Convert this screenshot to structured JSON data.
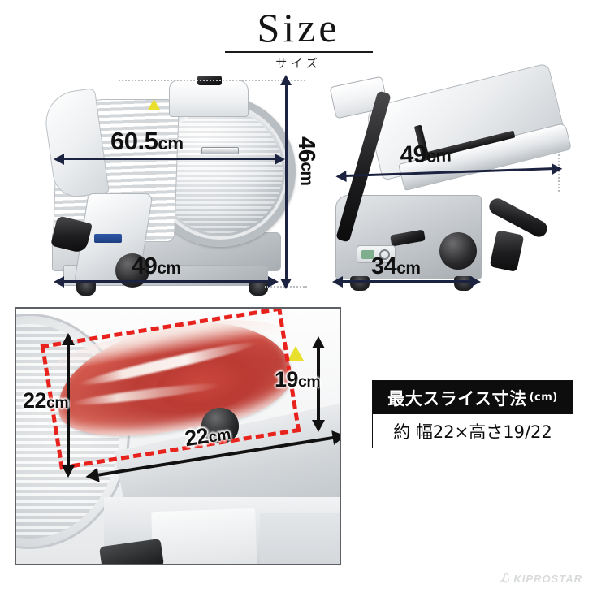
{
  "header": {
    "title": "Size",
    "subtitle": "サイズ"
  },
  "panels": {
    "front_view": {
      "name": "front-view",
      "width_label": "60.5",
      "width_unit": "cm",
      "height_label": "46",
      "height_unit": "cm",
      "depth_label": "49",
      "depth_unit": "cm"
    },
    "side_view": {
      "name": "side-view",
      "length_label": "49",
      "length_unit": "cm",
      "base_label": "34",
      "base_unit": "cm"
    }
  },
  "photo": {
    "left_height_label": "22",
    "left_height_unit": "cm",
    "right_height_label": "19",
    "right_height_unit": "cm",
    "bottom_width_label": "22",
    "bottom_width_unit": "cm"
  },
  "info_box": {
    "heading": "最大スライス寸法",
    "heading_unit": "(cm)",
    "value": "約 幅22×高さ19/22"
  },
  "brand": {
    "mark": "ℒ",
    "name": "KIPROSTAR"
  },
  "colors": {
    "arrow_navy": "#1c2340",
    "arrow_black": "#111111",
    "red_dashed": "#e8221c",
    "info_header_bg": "#0d0d0d",
    "warning_yellow": "#e8e02c",
    "logo_gray": "#d8dadc"
  }
}
